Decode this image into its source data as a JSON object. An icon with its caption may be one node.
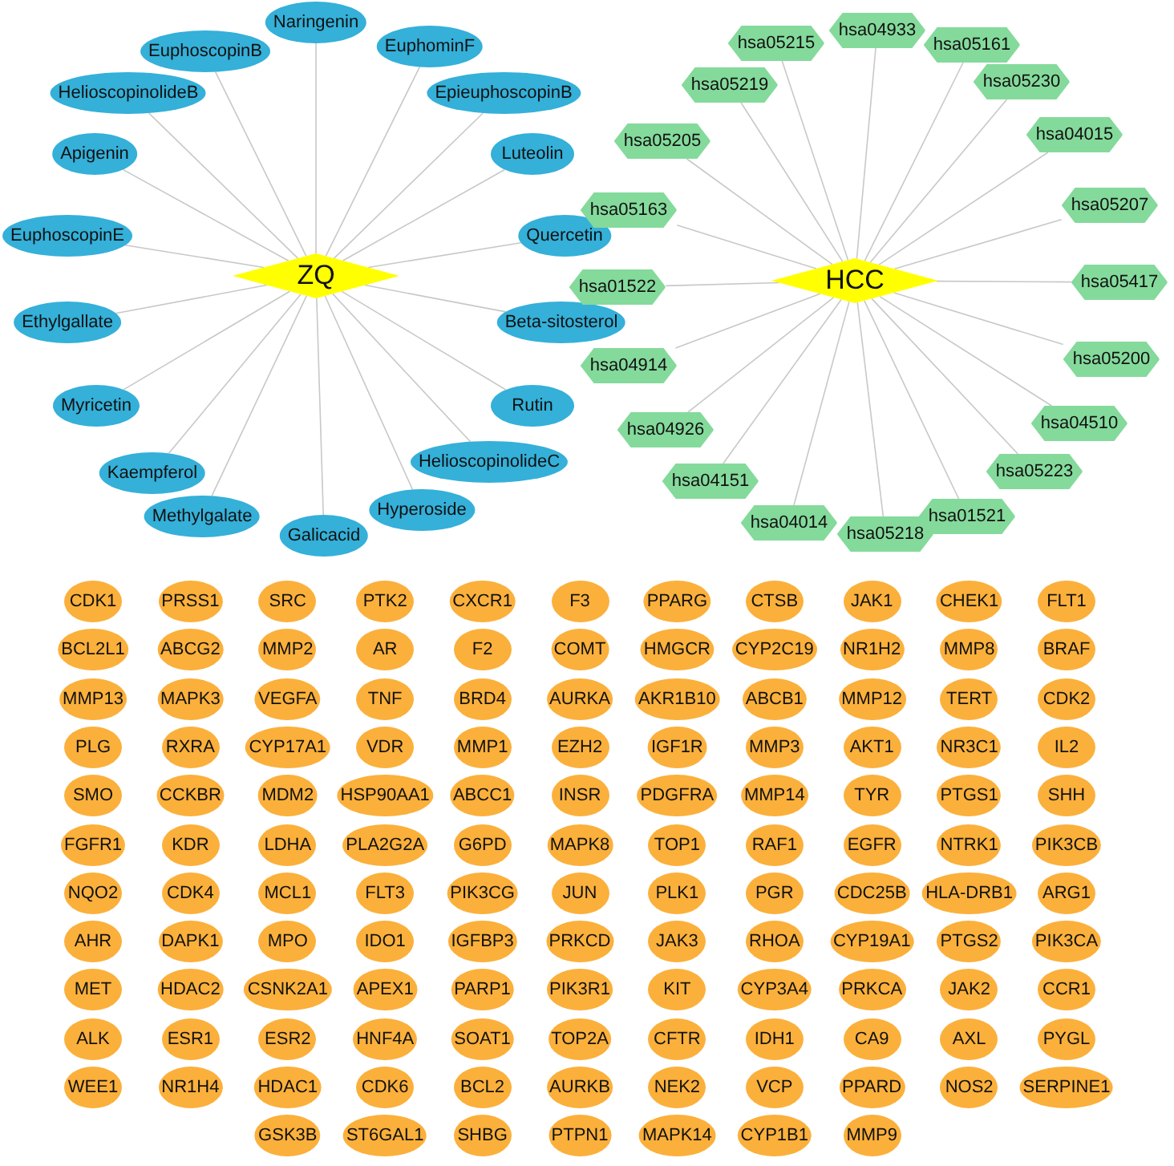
{
  "diagram": {
    "nodes": [
      {
        "text": [
          "Naringenin"
        ]
      },
      {
        "text": [
          "EuphominF"
        ]
      },
      {
        "text": [
          "EuphoscopinB"
        ]
      },
      {
        "text": [
          "HelioscopinolideB"
        ]
      },
      {
        "text": [
          "EpieuphoscopinB"
        ]
      },
      {
        "text": [
          "Apigenin"
        ]
      },
      {
        "text": [
          "Luteolin"
        ]
      },
      {
        "text": [
          "EuphoscopinE"
        ]
      },
      {
        "text": [
          "Quercetin"
        ]
      },
      {
        "text": [
          "Ethylgallate"
        ]
      },
      {
        "text": [
          "Beta-sitosterol"
        ]
      },
      {
        "text": [
          "Myricetin"
        ]
      },
      {
        "text": [
          "Rutin"
        ]
      },
      {
        "text": [
          "HelioscopinolideC"
        ]
      },
      {
        "text": [
          "Kaempferol"
        ]
      },
      {
        "text": [
          "Hyperoside"
        ]
      },
      {
        "text": [
          "Methylgalate"
        ]
      },
      {
        "text": [
          "Galicacid"
        ]
      },
      {
        "text": [
          "ZQ"
        ]
      },
      {
        "text": [
          "HCC"
        ]
      },
      {
        "text": [
          "hsa04933"
        ]
      },
      {
        "text": [
          "hsa05215"
        ]
      },
      {
        "text": [
          "hsa05161"
        ]
      },
      {
        "text": [
          "hsa05230"
        ]
      },
      {
        "text": [
          "hsa05219"
        ]
      },
      {
        "text": [
          "hsa04015"
        ]
      },
      {
        "text": [
          "hsa05205"
        ]
      },
      {
        "text": [
          "hsa05207"
        ]
      },
      {
        "text": [
          "hsa05163"
        ]
      },
      {
        "text": [
          "hsa05417"
        ]
      },
      {
        "text": [
          "hsa01522"
        ]
      },
      {
        "text": [
          "hsa05200"
        ]
      },
      {
        "text": [
          "hsa04914"
        ]
      },
      {
        "text": [
          "hsa04510"
        ]
      },
      {
        "text": [
          "hsa04926"
        ]
      },
      {
        "text": [
          "hsa05223"
        ]
      },
      {
        "text": [
          "hsa04151"
        ]
      },
      {
        "text": [
          "hsa01521"
        ]
      },
      {
        "text": [
          "hsa04014"
        ]
      },
      {
        "text": [
          "hsa05218"
        ]
      },
      {
        "text": [
          "CDK1"
        ]
      },
      {
        "text": [
          "BCL2L1"
        ]
      },
      {
        "text": [
          "MMP13"
        ]
      },
      {
        "text": [
          "PLG"
        ]
      },
      {
        "text": [
          "SMO"
        ]
      },
      {
        "text": [
          "FGFR1"
        ]
      },
      {
        "text": [
          "NQO2"
        ]
      },
      {
        "text": [
          "AHR"
        ]
      },
      {
        "text": [
          "MET"
        ]
      },
      {
        "text": [
          "ALK"
        ]
      },
      {
        "text": [
          "WEE1"
        ]
      },
      {
        "text": [
          "PRSS1"
        ]
      },
      {
        "text": [
          "ABCG2"
        ]
      },
      {
        "text": [
          "MAPK3"
        ]
      },
      {
        "text": [
          "RXRA"
        ]
      },
      {
        "text": [
          "CCKBR"
        ]
      },
      {
        "text": [
          "KDR"
        ]
      },
      {
        "text": [
          "CDK4"
        ]
      },
      {
        "text": [
          "DAPK1"
        ]
      },
      {
        "text": [
          "HDAC2"
        ]
      },
      {
        "text": [
          "ESR1"
        ]
      },
      {
        "text": [
          "NR1H4"
        ]
      },
      {
        "text": [
          "SRC"
        ]
      },
      {
        "text": [
          "MMP2"
        ]
      },
      {
        "text": [
          "VEGFA"
        ]
      },
      {
        "text": [
          "CYP17A1"
        ]
      },
      {
        "text": [
          "MDM2"
        ]
      },
      {
        "text": [
          "LDHA"
        ]
      },
      {
        "text": [
          "MCL1"
        ]
      },
      {
        "text": [
          "MPO"
        ]
      },
      {
        "text": [
          "CSNK2A1"
        ]
      },
      {
        "text": [
          "ESR2"
        ]
      },
      {
        "text": [
          "HDAC1"
        ]
      },
      {
        "text": [
          "GSK3B"
        ]
      },
      {
        "text": [
          "PTK2"
        ]
      },
      {
        "text": [
          "AR"
        ]
      },
      {
        "text": [
          "TNF"
        ]
      },
      {
        "text": [
          "VDR"
        ]
      },
      {
        "text": [
          "HSP90AA1"
        ]
      },
      {
        "text": [
          "PLA2G2A"
        ]
      },
      {
        "text": [
          "FLT3"
        ]
      },
      {
        "text": [
          "IDO1"
        ]
      },
      {
        "text": [
          "APEX1"
        ]
      },
      {
        "text": [
          "HNF4A"
        ]
      },
      {
        "text": [
          "CDK6"
        ]
      },
      {
        "text": [
          "ST6GAL1"
        ]
      },
      {
        "text": [
          "CXCR1"
        ]
      },
      {
        "text": [
          "F2"
        ]
      },
      {
        "text": [
          "BRD4"
        ]
      },
      {
        "text": [
          "MMP1"
        ]
      },
      {
        "text": [
          "ABCC1"
        ]
      },
      {
        "text": [
          "G6PD"
        ]
      },
      {
        "text": [
          "PIK3CG"
        ]
      },
      {
        "text": [
          "IGFBP3"
        ]
      },
      {
        "text": [
          "PARP1"
        ]
      },
      {
        "text": [
          "SOAT1"
        ]
      },
      {
        "text": [
          "BCL2"
        ]
      },
      {
        "text": [
          "SHBG"
        ]
      },
      {
        "text": [
          "F3"
        ]
      },
      {
        "text": [
          "COMT"
        ]
      },
      {
        "text": [
          "AURKA"
        ]
      },
      {
        "text": [
          "EZH2"
        ]
      },
      {
        "text": [
          "INSR"
        ]
      },
      {
        "text": [
          "MAPK8"
        ]
      },
      {
        "text": [
          "JUN"
        ]
      },
      {
        "text": [
          "PRKCD"
        ]
      },
      {
        "text": [
          "PIK3R1"
        ]
      },
      {
        "text": [
          "TOP2A"
        ]
      },
      {
        "text": [
          "AURKB"
        ]
      },
      {
        "text": [
          "PTPN1"
        ]
      },
      {
        "text": [
          "PPARG"
        ]
      },
      {
        "text": [
          "HMGCR"
        ]
      },
      {
        "text": [
          "AKR1B10"
        ]
      },
      {
        "text": [
          "IGF1R"
        ]
      },
      {
        "text": [
          "PDGFRA"
        ]
      },
      {
        "text": [
          "TOP1"
        ]
      },
      {
        "text": [
          "PLK1"
        ]
      },
      {
        "text": [
          "JAK3"
        ]
      },
      {
        "text": [
          "KIT"
        ]
      },
      {
        "text": [
          "CFTR"
        ]
      },
      {
        "text": [
          "NEK2"
        ]
      },
      {
        "text": [
          "MAPK14"
        ]
      },
      {
        "text": [
          "CTSB"
        ]
      },
      {
        "text": [
          "CYP2C19"
        ]
      },
      {
        "text": [
          "ABCB1"
        ]
      },
      {
        "text": [
          "MMP3"
        ]
      },
      {
        "text": [
          "MMP14"
        ]
      },
      {
        "text": [
          "RAF1"
        ]
      },
      {
        "text": [
          "PGR"
        ]
      },
      {
        "text": [
          "RHOA"
        ]
      },
      {
        "text": [
          "CYP3A4"
        ]
      },
      {
        "text": [
          "IDH1"
        ]
      },
      {
        "text": [
          "VCP"
        ]
      },
      {
        "text": [
          "CYP1B1"
        ]
      },
      {
        "text": [
          "JAK1"
        ]
      },
      {
        "text": [
          "NR1H2"
        ]
      },
      {
        "text": [
          "MMP12"
        ]
      },
      {
        "text": [
          "AKT1"
        ]
      },
      {
        "text": [
          "TYR"
        ]
      },
      {
        "text": [
          "EGFR"
        ]
      },
      {
        "text": [
          "CDC25B"
        ]
      },
      {
        "text": [
          "CYP19A1"
        ]
      },
      {
        "text": [
          "PRKCA"
        ]
      },
      {
        "text": [
          "CA9"
        ]
      },
      {
        "text": [
          "PPARD"
        ]
      },
      {
        "text": [
          "MMP9"
        ]
      },
      {
        "text": [
          "CHEK1"
        ]
      },
      {
        "text": [
          "MMP8"
        ]
      },
      {
        "text": [
          "TERT"
        ]
      },
      {
        "text": [
          "NR3C1"
        ]
      },
      {
        "text": [
          "PTGS1"
        ]
      },
      {
        "text": [
          "NTRK1"
        ]
      },
      {
        "text": [
          "HLA-DRB1"
        ]
      },
      {
        "text": [
          "PTGS2"
        ]
      },
      {
        "text": [
          "JAK2"
        ]
      },
      {
        "text": [
          "AXL"
        ]
      },
      {
        "text": [
          "NOS2"
        ]
      },
      {
        "text": [
          "FLT1"
        ]
      },
      {
        "text": [
          "BRAF"
        ]
      },
      {
        "text": [
          "CDK2"
        ]
      },
      {
        "text": [
          "IL2"
        ]
      },
      {
        "text": [
          "SHH"
        ]
      },
      {
        "text": [
          "PIK3CB"
        ]
      },
      {
        "text": [
          "ARG1"
        ]
      },
      {
        "text": [
          "PIK3CA"
        ]
      },
      {
        "text": [
          "CCR1"
        ]
      },
      {
        "text": [
          "PYGL"
        ]
      },
      {
        "text": [
          "SERPINE1"
        ]
      }
    ],
    "edges": [
      {
        "from": 18,
        "to": 0,
        "arrow": "none"
      },
      {
        "from": 18,
        "to": 1,
        "arrow": "none"
      },
      {
        "from": 18,
        "to": 2,
        "arrow": "none"
      },
      {
        "from": 18,
        "to": 3,
        "arrow": "none"
      },
      {
        "from": 18,
        "to": 4,
        "arrow": "none"
      },
      {
        "from": 18,
        "to": 5,
        "arrow": "none"
      },
      {
        "from": 18,
        "to": 6,
        "arrow": "none"
      },
      {
        "from": 18,
        "to": 7,
        "arrow": "none"
      },
      {
        "from": 18,
        "to": 8,
        "arrow": "none"
      },
      {
        "from": 18,
        "to": 9,
        "arrow": "none"
      },
      {
        "from": 18,
        "to": 10,
        "arrow": "none"
      },
      {
        "from": 18,
        "to": 11,
        "arrow": "none"
      },
      {
        "from": 18,
        "to": 12,
        "arrow": "none"
      },
      {
        "from": 18,
        "to": 13,
        "arrow": "none"
      },
      {
        "from": 18,
        "to": 14,
        "arrow": "none"
      },
      {
        "from": 18,
        "to": 15,
        "arrow": "none"
      },
      {
        "from": 18,
        "to": 16,
        "arrow": "none"
      },
      {
        "from": 18,
        "to": 17,
        "arrow": "none"
      },
      {
        "from": 19,
        "to": 20,
        "arrow": "none"
      },
      {
        "from": 19,
        "to": 21,
        "arrow": "none"
      },
      {
        "from": 19,
        "to": 22,
        "arrow": "none"
      },
      {
        "from": 19,
        "to": 23,
        "arrow": "none"
      },
      {
        "from": 19,
        "to": 24,
        "arrow": "none"
      },
      {
        "from": 19,
        "to": 25,
        "arrow": "none"
      },
      {
        "from": 19,
        "to": 26,
        "arrow": "none"
      },
      {
        "from": 19,
        "to": 27,
        "arrow": "none"
      },
      {
        "from": 19,
        "to": 28,
        "arrow": "none"
      },
      {
        "from": 19,
        "to": 29,
        "arrow": "none"
      },
      {
        "from": 19,
        "to": 30,
        "arrow": "none"
      },
      {
        "from": 19,
        "to": 31,
        "arrow": "none"
      },
      {
        "from": 19,
        "to": 32,
        "arrow": "none"
      },
      {
        "from": 19,
        "to": 33,
        "arrow": "none"
      },
      {
        "from": 19,
        "to": 34,
        "arrow": "none"
      },
      {
        "from": 19,
        "to": 35,
        "arrow": "none"
      },
      {
        "from": 19,
        "to": 36,
        "arrow": "none"
      },
      {
        "from": 19,
        "to": 37,
        "arrow": "none"
      },
      {
        "from": 19,
        "to": 38,
        "arrow": "none"
      },
      {
        "from": 19,
        "to": 39,
        "arrow": "none"
      }
    ]
  }
}
